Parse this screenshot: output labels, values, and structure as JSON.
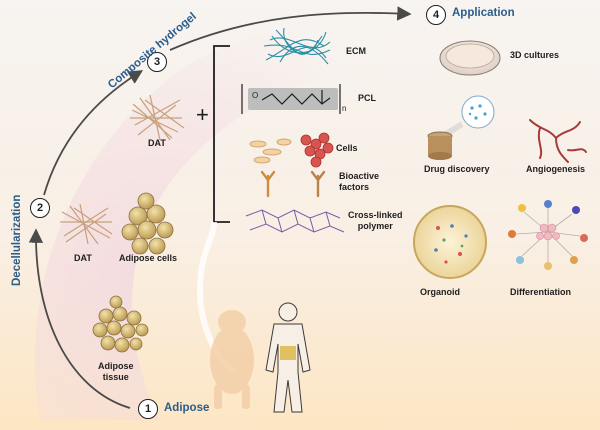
{
  "steps": [
    {
      "number": "1",
      "title": "Adipose"
    },
    {
      "number": "2",
      "title": "Decellularization"
    },
    {
      "number": "3",
      "title": "Composite hydrogel"
    },
    {
      "number": "4",
      "title": "Application"
    }
  ],
  "tissue_labels": {
    "adipose_tissue": "Adipose\ntissue",
    "dat_left": "DAT",
    "adipose_cells": "Adipose cells",
    "dat_top": "DAT"
  },
  "plus_sign": "+",
  "components": [
    {
      "label": "ECM"
    },
    {
      "label": "PCL"
    },
    {
      "label": "Cells"
    },
    {
      "label": "Bioactive\nfactors"
    },
    {
      "label": "Cross-linked\npolymer"
    }
  ],
  "pcl_subscript": "n",
  "pcl_atom": "O",
  "applications": [
    {
      "label": "3D cultures"
    },
    {
      "label": "Drug discovery"
    },
    {
      "label": "Angiogenesis"
    },
    {
      "label": "Organoid"
    },
    {
      "label": "Differentiation"
    }
  ],
  "colors": {
    "title_blue": "#2a5d8c",
    "fiber": "#c8a07c",
    "fat_cell": "#c9b070",
    "ecm": "#2a8fa6",
    "cells_red": "#d9534f",
    "polymer": "#7b5aa6",
    "vessel": "#a83a3a"
  }
}
